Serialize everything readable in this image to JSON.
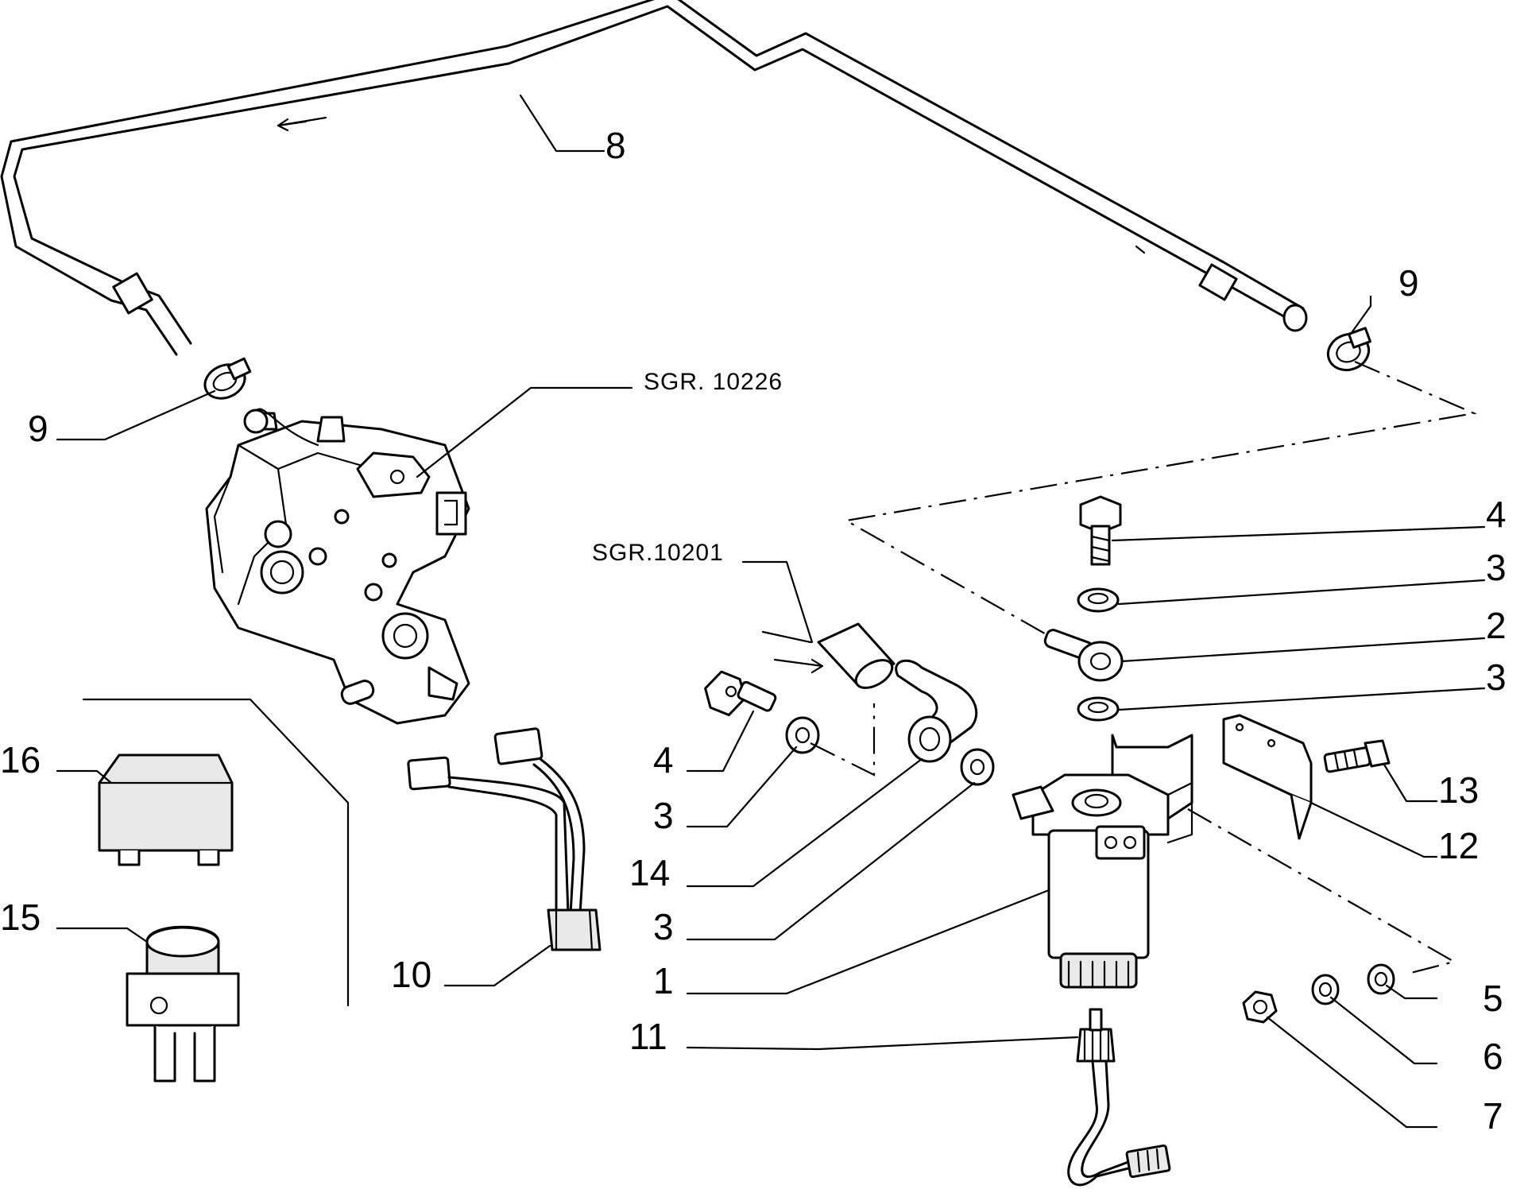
{
  "diagram": {
    "references": {
      "injection_pump": "SGR. 10226",
      "hose": "SGR.10201"
    },
    "labels": {
      "p1": "1",
      "p2": "2",
      "p3a": "3",
      "p3b": "3",
      "p3c": "3",
      "p3d": "3",
      "p4a": "4",
      "p4b": "4",
      "p5": "5",
      "p6": "6",
      "p7": "7",
      "p8": "8",
      "p9a": "9",
      "p9b": "9",
      "p10": "10",
      "p11": "11",
      "p12": "12",
      "p13": "13",
      "p14": "14",
      "p15": "15",
      "p16": "16"
    }
  }
}
